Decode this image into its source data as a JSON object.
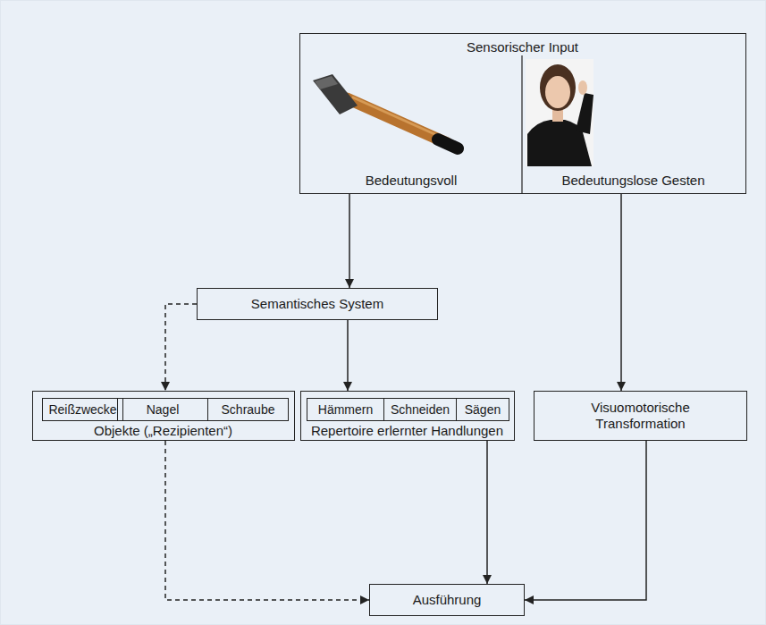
{
  "diagram": {
    "nodes": [
      {
        "text": [
          "Sensorischer Input",
          "Bedeutungsvoll",
          "Bedeutungslose Gesten"
        ]
      },
      {
        "text": [
          "Semantisches System"
        ]
      },
      {
        "text": [
          "Objekte („Rezipienten“)"
        ]
      },
      {
        "text": [
          "Reißzwecke"
        ],
        "in": 2
      },
      {
        "text": [
          "Nagel"
        ],
        "in": 2
      },
      {
        "text": [
          "Schraube"
        ],
        "in": 2
      },
      {
        "text": [
          "Repertoire erlernter Handlungen"
        ]
      },
      {
        "text": [
          "Hämmern"
        ],
        "in": 6
      },
      {
        "text": [
          "Schneiden"
        ],
        "in": 6
      },
      {
        "text": [
          "Sägen"
        ],
        "in": 6
      },
      {
        "text": [
          "Visuomotorische Transformation"
        ]
      },
      {
        "text": [
          "Ausführung"
        ]
      }
    ],
    "edges": [
      {
        "from": 0,
        "to": 1,
        "arrow": "to"
      },
      {
        "from": 0,
        "to": 10,
        "arrow": "to"
      },
      {
        "from": 1,
        "to": 2,
        "arrow": "to"
      },
      {
        "from": 1,
        "to": 6,
        "arrow": "to"
      },
      {
        "from": 2,
        "to": 11,
        "arrow": "to"
      },
      {
        "from": 6,
        "to": 11,
        "arrow": "to"
      },
      {
        "from": 10,
        "to": 11,
        "arrow": "to"
      }
    ]
  }
}
